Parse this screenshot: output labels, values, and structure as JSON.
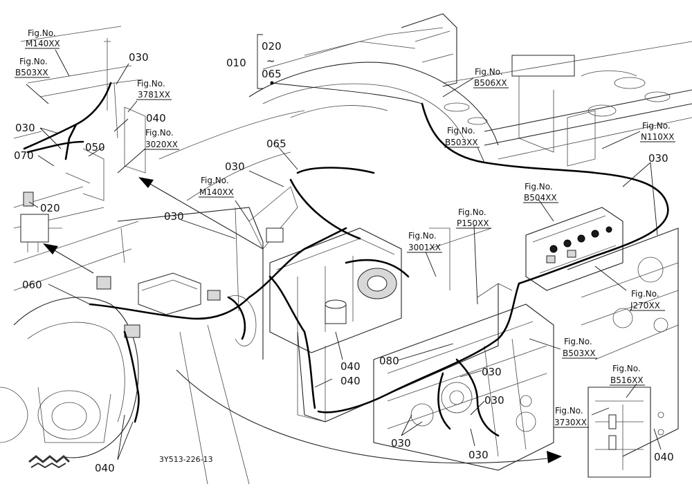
{
  "part_labels": {
    "p010": "010",
    "p020_top": "020",
    "tilde": "~",
    "p065_top": "065",
    "p030_a": "030",
    "p030_b": "030",
    "p030_c": "030",
    "p030_d": "030",
    "p030_e": "030",
    "p030_f": "030",
    "p030_g": "030",
    "p030_h": "030",
    "p040_a": "040",
    "p040_b": "040",
    "p040_c": "040",
    "p040_d": "040",
    "p040_e": "040",
    "p050": "050",
    "p060": "060",
    "p065": "065",
    "p070": "070",
    "p080": "080",
    "p020": "020"
  },
  "figure_refs": {
    "fig_prefix": "Fig.No.",
    "m140_a": "M140XX",
    "b503_a": "B503XX",
    "f3781": "3781XX",
    "f3020": "3020XX",
    "m140_b": "M140XX",
    "b506": "B506XX",
    "b503_b": "B503XX",
    "n110": "N110XX",
    "b504": "B504XX",
    "p150": "P150XX",
    "f3001": "3001XX",
    "j270": "J270XX",
    "b503_c": "B503XX",
    "b516": "B516XX",
    "f3730": "3730XX"
  },
  "drawing_code": "3Y513-226-13"
}
